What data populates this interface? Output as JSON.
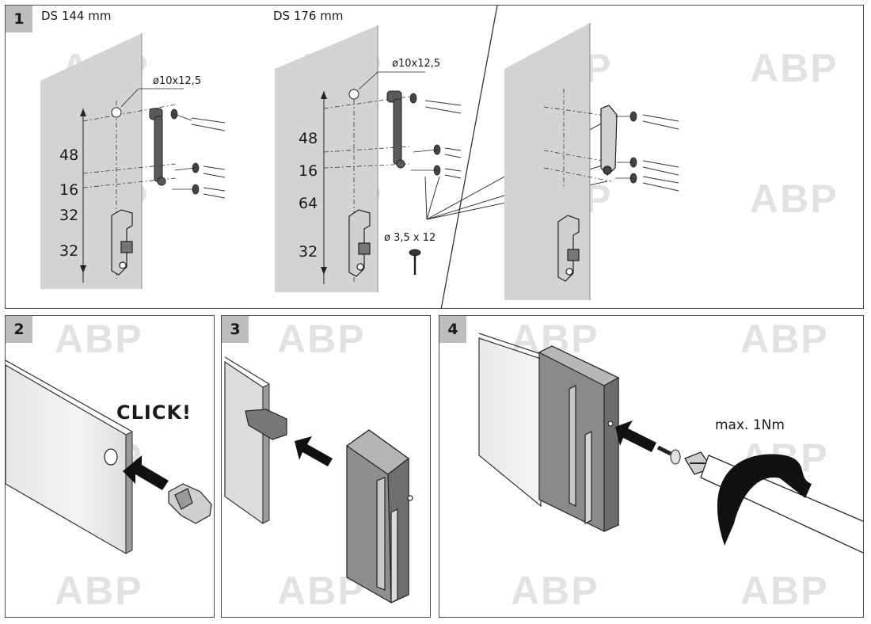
{
  "watermark": "ABP",
  "step1": {
    "number": "1",
    "left_title": "DS 144 mm",
    "mid_title": "DS 176 mm",
    "left_hole": "ø10x12,5",
    "mid_hole": "ø10x12,5",
    "left_dims": [
      "48",
      "16",
      "32",
      "32"
    ],
    "mid_dims": [
      "48",
      "16",
      "64",
      "32"
    ],
    "screw_label": "ø 3,5 x 12"
  },
  "step2": {
    "number": "2",
    "click_text": "CLICK!"
  },
  "step3": {
    "number": "3"
  },
  "step4": {
    "number": "4",
    "torque_text": "max. 1Nm"
  },
  "colors": {
    "panel_grey": "#d3d3d3",
    "border": "#4a4a4a",
    "step_box": "#bdbdbd",
    "arrow": "#111111"
  }
}
